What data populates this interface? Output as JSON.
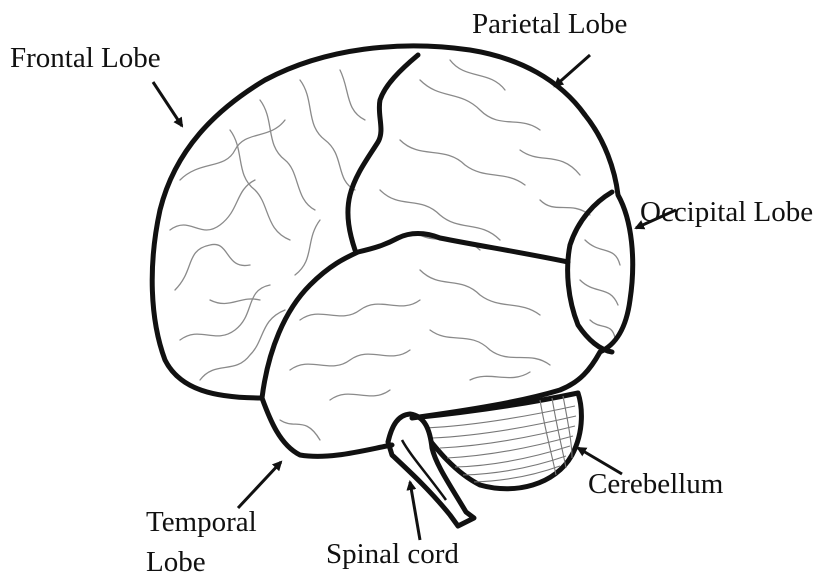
{
  "labels": {
    "frontal": "Frontal Lobe",
    "parietal": "Parietal Lobe",
    "occipital": "Occipital Lobe",
    "temporal_line1": "Temporal",
    "temporal_line2": "Lobe",
    "spinal_cord": "Spinal cord",
    "cerebellum": "Cerebellum"
  },
  "colors": {
    "outline": "#111111",
    "gyri": "#8a8a8a",
    "background": "#ffffff"
  }
}
